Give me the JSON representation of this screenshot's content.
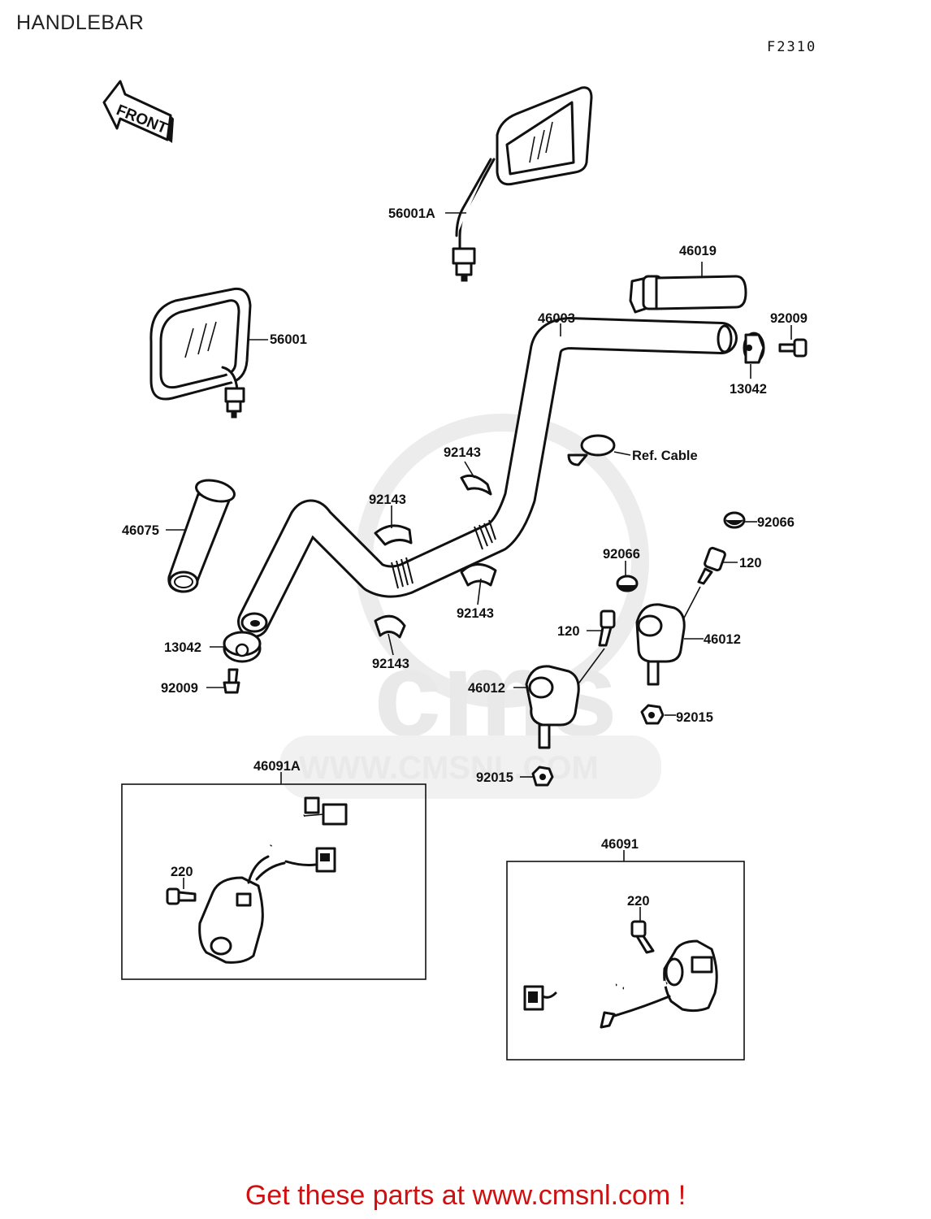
{
  "title": "HANDLEBAR",
  "figure_code": "F2310",
  "front_arrow_label": "FRONT",
  "footer": "Get these parts at www.cmsnl.com !",
  "watermark": {
    "brand": "cms",
    "url": "WWW.CMSNL.COM"
  },
  "callouts": {
    "mirror_right": "56001A",
    "mirror_left": "56001",
    "throttle_grip": "46019",
    "handlebar": "46003",
    "end_bolt_right": "92009",
    "weight_right": "13042",
    "ref_cable": "Ref. Cable",
    "clamp_top_mid": "92143",
    "clamp_upper_left": "92143",
    "clamp_lower_mid": "92143",
    "clamp_lower_left": "92143",
    "left_grip": "46075",
    "cap_right": "92066",
    "cap_mid": "92066",
    "bolt_right": "120",
    "bolt_mid": "120",
    "holder_right": "46012",
    "holder_left": "46012",
    "nut_right": "92015",
    "nut_left": "92015",
    "weight_left": "13042",
    "end_bolt_left": "92009",
    "switch_left_assy": "46091A",
    "switch_left_screw": "220",
    "switch_right_assy": "46091",
    "switch_right_screw": "220"
  },
  "colors": {
    "line": "#111111",
    "footer_text": "#d01010",
    "watermark": "#e9e9e9"
  }
}
